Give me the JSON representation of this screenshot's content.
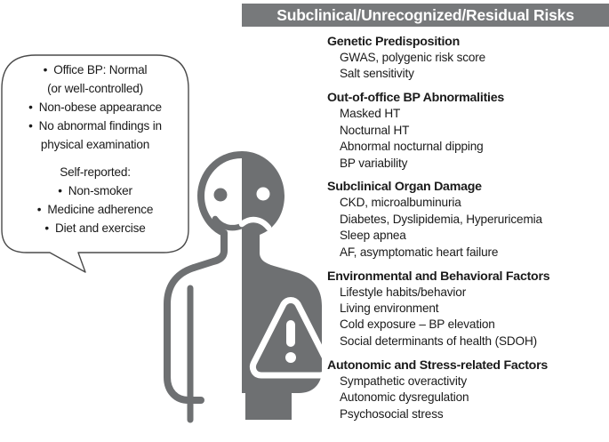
{
  "header": {
    "title": "Subclinical/Unrecognized/Residual Risks",
    "banner_color": "#77797b",
    "text_color": "#ffffff"
  },
  "speech_bubble": {
    "lines": [
      {
        "text": "Office BP: Normal",
        "bullet": true
      },
      {
        "text": "(or well-controlled)",
        "bullet": false
      },
      {
        "text": "Non-obese appearance",
        "bullet": true
      },
      {
        "text": "No abnormal findings in",
        "bullet": true
      },
      {
        "text": "physical examination",
        "bullet": false
      },
      {
        "text": "",
        "bullet": false
      },
      {
        "text": "Self-reported:",
        "bullet": false
      },
      {
        "text": "Non-smoker",
        "bullet": true
      },
      {
        "text": "Medicine adherence",
        "bullet": true
      },
      {
        "text": "Diet and exercise",
        "bullet": true
      }
    ]
  },
  "figure": {
    "gray": "#6e7072",
    "warning_symbol": "exclamation-in-triangle",
    "left_half": "healthy-outline",
    "right_half": "at-risk-filled"
  },
  "risk_groups": [
    {
      "heading": "Genetic Predisposition",
      "items": [
        "GWAS, polygenic risk score",
        "Salt sensitivity"
      ]
    },
    {
      "heading": "Out-of-office BP Abnormalities",
      "items": [
        "Masked HT",
        "Nocturnal HT",
        "Abnormal nocturnal dipping",
        "BP variability"
      ]
    },
    {
      "heading": "Subclinical Organ Damage",
      "items": [
        "CKD, microalbuminuria",
        "Diabetes, Dyslipidemia, Hyperuricemia",
        "Sleep apnea",
        "AF, asymptomatic heart failure"
      ]
    },
    {
      "heading": "Environmental and Behavioral Factors",
      "items": [
        "Lifestyle habits/behavior",
        "Living environment",
        "Cold exposure – BP elevation",
        "Social determinants of health (SDOH)"
      ]
    },
    {
      "heading": "Autonomic and Stress-related Factors",
      "items": [
        "Sympathetic overactivity",
        "Autonomic dysregulation",
        "Psychosocial stress"
      ]
    }
  ]
}
